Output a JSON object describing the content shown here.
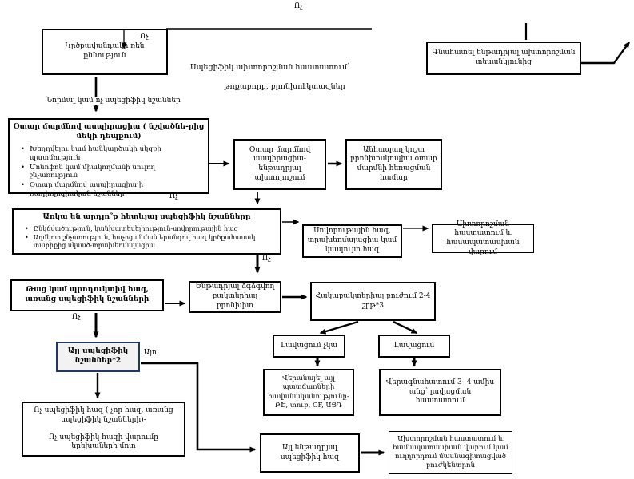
{
  "bullet_char": "•",
  "colors": {
    "line": "#000000",
    "highlight_border": "#1F3864",
    "highlight_fill": "#F2F2F2"
  },
  "labels": {
    "no_top": "Ոչ",
    "no_chest_box": "Ոչ",
    "no_after_fba": "Ոչ",
    "no_after_signs": "Ոչ",
    "no_after_wet": "Ոչ",
    "yes_other_signs": "Այո",
    "normal_or_nonspecific": "Նորմալ կամ ոչ սպեցիֆիկ նշաններ",
    "specific_dx_line1": "Սպեցիֆիկ ախտորոշման հաստատում՝",
    "specific_dx_line2": "թոքաբորբ, բրոնխոէկտազներ"
  },
  "boxes": {
    "chest_xray": {
      "text": "Կրծքավանդակի ռեն քննություն"
    },
    "evaluate": {
      "text": "Գնահատել ենթադրյալ ախտորոշման տեսանկյունից"
    },
    "fba": {
      "title": "Օտար մարմնով ասպիրացիա ( նշվածնե-րից մեկի դեպքում)",
      "bullets": [
        "Խեղդվելու կամ հանկարծակի սկզբի պատմություն",
        "Մոնոֆոն կամ միակողմանի սուլող շնչառություն",
        "Օտար մարմնով ասպիրացիայի ռադիոլոգիական նշաններ"
      ]
    },
    "fba_presumed": {
      "text": "Օտար մարմնով ասպիրացիա- ենթադրյալ ախտորոշում"
    },
    "bronchoscopy": {
      "text": "Անհապաղ կոշտ բրոնխոսկոպիա օտար մարմնի հեռացման համար"
    },
    "specific_signs": {
      "title": "Առկա են արդյո՞ք հետևյալ սպեցիֆիկ նշանները",
      "bullets": [
        "Ընկճվածություն, կանխատեսելիություն-սովորութային հազ",
        "Աղմկոտ շնչառություն, հաչոցանման երանգով հազ կրծքահասակ տարիքից սկսած-տրախեոմալացիա"
      ]
    },
    "habit_cough": {
      "text": "Սովորութային հազ, տրախեոմալացիա կամ կապույտ հազ"
    },
    "dx_management": {
      "text": "Ախտորոշման հաստատում և համապատասխան վարում"
    },
    "wet_cough": {
      "text": "Թաց կամ պրոդուկտիվ հազ, առանց սպեցիֆիկ նշանների"
    },
    "pbb": {
      "text": "Ենթադրյալ ձգձգվող բակտերիալ բրոնխիտ"
    },
    "antibiotics": {
      "text": "Հակաբակտերիալ բուժում 2-4 շբթ*3"
    },
    "no_improvement": {
      "text": "Լավացում չկա"
    },
    "improvement": {
      "text": "Լավացում"
    },
    "review_causes": {
      "text": "Վերանայել այլ պատճառների հավանականությունը- ԲԷ, տուբ, CF, ԱՑԴ"
    },
    "reassess": {
      "text": "Վերագնահատում 3- 4 ամիս անց՝ լավացման հաստատում"
    },
    "other_specific_signs": {
      "text": "Այլ սպեցիֆիկ նշաններ*2"
    },
    "nonspecific_cough": {
      "line1": "Ոչ սպեցիֆիկ հազ ( չոր հազ, առանց սպեցիֆիկ նշանների)-",
      "line2": "Ոչ սպեցիֆիկ հազի վարումը երեխաների մոտ"
    },
    "other_presumed": {
      "text": "Այլ ենթադրյալ սպեցիֆիկ հազ"
    },
    "dx_referral": {
      "text": "Ախտորոշման հաստատում և համապատասխան վարում կամ ուղղորդում մասնագիտացված բուժկենտրոն"
    }
  }
}
